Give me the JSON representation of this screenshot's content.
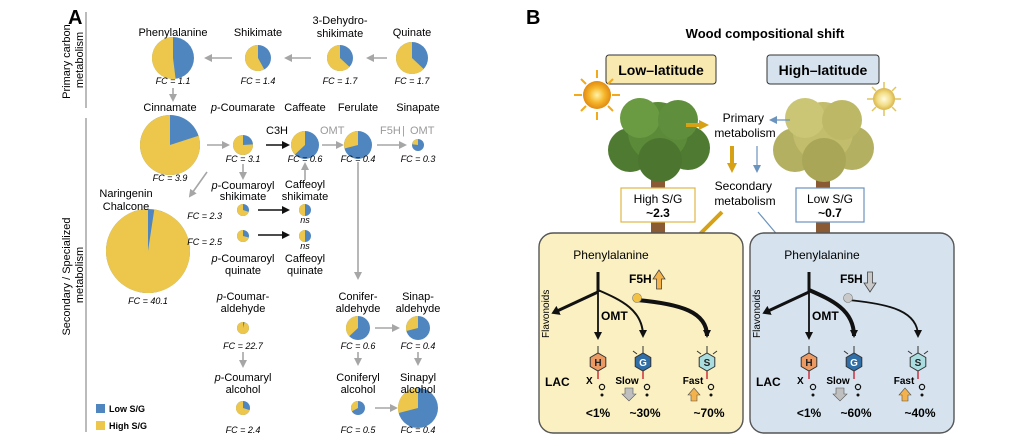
{
  "panel_a": {
    "letter": "A",
    "side_labels": {
      "primary": [
        "Primary carbon",
        "metabolism"
      ],
      "secondary": [
        "Secondary / Specialized",
        "metabolism"
      ]
    },
    "colors": {
      "low": "#4f86c0",
      "high": "#ecc74c",
      "arrow_gray": "#a6a6a6",
      "arrow_black": "#111111"
    },
    "legend": {
      "low": "Low S/G",
      "high": "High S/G"
    },
    "enzymes": {
      "c3h": "C3H",
      "omt": "OMT",
      "f5h": "F5H",
      "omt2": "OMT",
      "sep": "|"
    },
    "pies": [
      {
        "id": "phenylalanine",
        "name": [
          "Phenylalanine"
        ],
        "fc": "FC = 1.1",
        "high_fraction": 0.52
      },
      {
        "id": "shikimate",
        "name": [
          "Shikimate"
        ],
        "fc": "FC = 1.4",
        "high_fraction": 0.58
      },
      {
        "id": "dehydroshikimate",
        "name": [
          "3-Dehydro-",
          "shikimate"
        ],
        "fc": "FC = 1.7",
        "high_fraction": 0.63
      },
      {
        "id": "quinate",
        "name": [
          "Quinate"
        ],
        "fc": "FC = 1.7",
        "high_fraction": 0.63
      },
      {
        "id": "cinnamate",
        "name": [
          "Cinnamate"
        ],
        "fc": "FC = 3.9",
        "high_fraction": 0.8
      },
      {
        "id": "p-coumarate",
        "name": [
          "p-Coumarate"
        ],
        "fc": "FC = 3.1",
        "high_fraction": 0.76
      },
      {
        "id": "caffeate",
        "name": [
          "Caffeate"
        ],
        "fc": "FC = 0.6",
        "high_fraction": 0.37
      },
      {
        "id": "ferulate",
        "name": [
          "Ferulate"
        ],
        "fc": "FC = 0.4",
        "high_fraction": 0.29
      },
      {
        "id": "sinapate",
        "name": [
          "Sinapate"
        ],
        "fc": "FC = 0.3",
        "high_fraction": 0.23
      },
      {
        "id": "naringenin",
        "name": [
          "Naringenin",
          "Chalcone"
        ],
        "fc": "FC = 40.1",
        "high_fraction": 0.976
      },
      {
        "id": "p-coumaroyl-shikimate",
        "name": [
          "p-Coumaroyl",
          "shikimate"
        ],
        "fc": "FC = 2.3",
        "high_fraction": 0.7
      },
      {
        "id": "caffeoyl-shikimate",
        "name": [
          "Caffeoyl",
          "shikimate"
        ],
        "fc": "ns",
        "high_fraction": 0.5
      },
      {
        "id": "p-coumaroyl-quinate",
        "name": [
          "p-Coumaroyl",
          "quinate"
        ],
        "fc": "FC = 2.5",
        "high_fraction": 0.71
      },
      {
        "id": "caffeoyl-quinate",
        "name": [
          "Caffeoyl",
          "quinate"
        ],
        "fc": "ns",
        "high_fraction": 0.5
      },
      {
        "id": "p-coumaraldehyde",
        "name": [
          "p-Coumar-",
          "aldehyde"
        ],
        "fc": "FC = 22.7",
        "high_fraction": 0.958
      },
      {
        "id": "coniferaldehyde",
        "name": [
          "Conifer-",
          "aldehyde"
        ],
        "fc": "FC = 0.6",
        "high_fraction": 0.37
      },
      {
        "id": "sinapaldehyde",
        "name": [
          "Sinap-",
          "aldehyde"
        ],
        "fc": "FC = 0.4",
        "high_fraction": 0.29
      },
      {
        "id": "p-coumaryl-alcohol",
        "name": [
          "p-Coumaryl",
          "alcohol"
        ],
        "fc": "FC = 2.4",
        "high_fraction": 0.7
      },
      {
        "id": "coniferyl-alcohol",
        "name": [
          "Coniferyl",
          "alcohol"
        ],
        "fc": "FC = 0.5",
        "high_fraction": 0.33
      },
      {
        "id": "sinapyl-alcohol",
        "name": [
          "Sinapyl",
          "alcohol"
        ],
        "fc": "FC = 0.4",
        "high_fraction": 0.29
      }
    ]
  },
  "panel_b": {
    "letter": "B",
    "title": "Wood compositional shift",
    "low_lat": {
      "label": "Low–latitude",
      "ratio_label": "High S/G",
      "ratio_value": "~2.3",
      "phenylalanine": "Phenylalanine",
      "f5h": "F5H",
      "omt": "OMT",
      "flavonoids": "Flavonoids",
      "lac": "LAC",
      "x": "X",
      "slow": "Slow",
      "fast": "Fast",
      "units": [
        "H",
        "G",
        "S"
      ],
      "percents": [
        "<1%",
        "~30%",
        "~70%"
      ],
      "colors": {
        "box_fill": "#faf0c2",
        "label_fill": "#f8e9b0",
        "f5h_arrow": "#f3b24b"
      }
    },
    "high_lat": {
      "label": "High–latitude",
      "ratio_label": "Low S/G",
      "ratio_value": "~0.7",
      "phenylalanine": "Phenylalanine",
      "f5h": "F5H",
      "omt": "OMT",
      "flavonoids": "Flavonoids",
      "lac": "LAC",
      "x": "X",
      "slow": "Slow",
      "fast": "Fast",
      "units": [
        "H",
        "G",
        "S"
      ],
      "percents": [
        "<1%",
        "~60%",
        "~40%"
      ],
      "colors": {
        "box_fill": "#d6e3ef",
        "label_fill": "#d6e3ef",
        "f5h_arrow": "#c9c9c9"
      }
    },
    "center": {
      "primary": [
        "Primary",
        "metabolism"
      ],
      "secondary": [
        "Secondary",
        "metabolism"
      ]
    },
    "unit_colors": {
      "H": "#ec9a63",
      "G": "#2f6ea7",
      "S": "#a9dde0"
    }
  }
}
